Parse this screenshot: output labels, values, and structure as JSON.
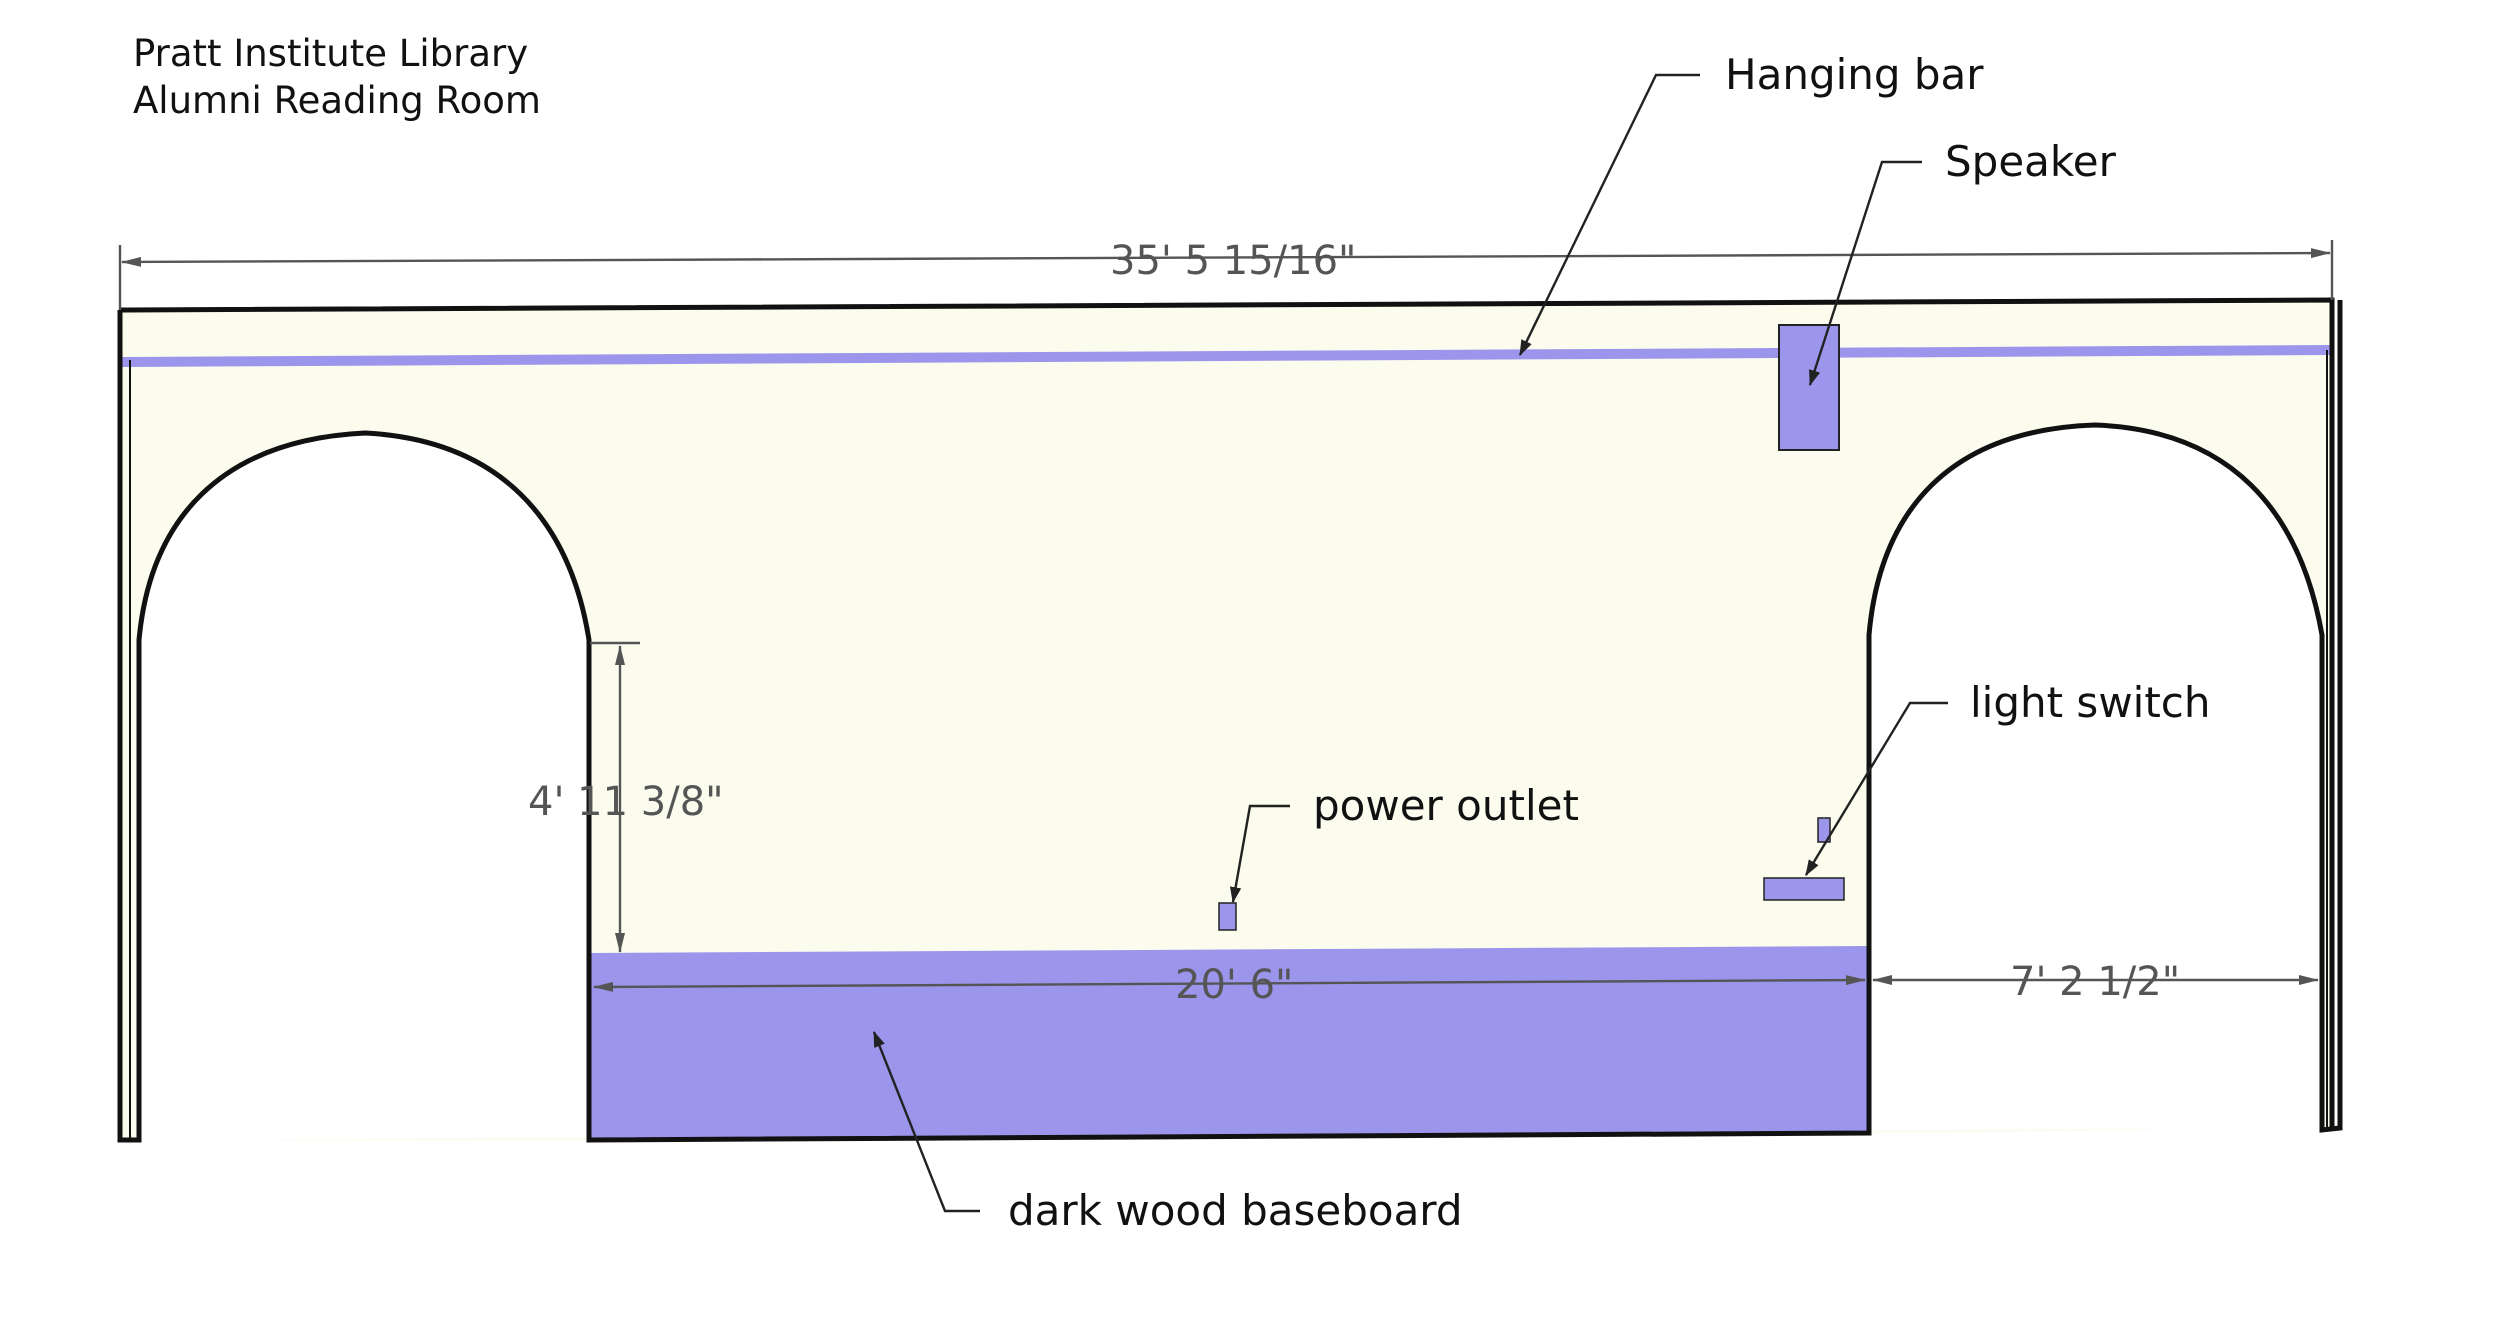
{
  "title": {
    "line1": "Pratt Institute Library",
    "line2": "Alumni Reading Room"
  },
  "colors": {
    "wall_fill": "#fbfbee",
    "fixture_fill": "#9b96ec",
    "outline": "#111111",
    "dimension": "#555555",
    "background": "#ffffff"
  },
  "dimensions": {
    "overall_width": "35' 5 15/16\"",
    "baseboard_width": "20' 6\"",
    "right_opening_width": "7' 2 1/2\"",
    "vertical_height": "4' 11 3/8\""
  },
  "callouts": {
    "hanging_bar": "Hanging bar",
    "speaker": "Speaker",
    "light_switch": "light switch",
    "power_outlet": "power outlet",
    "baseboard": "dark wood baseboard"
  }
}
